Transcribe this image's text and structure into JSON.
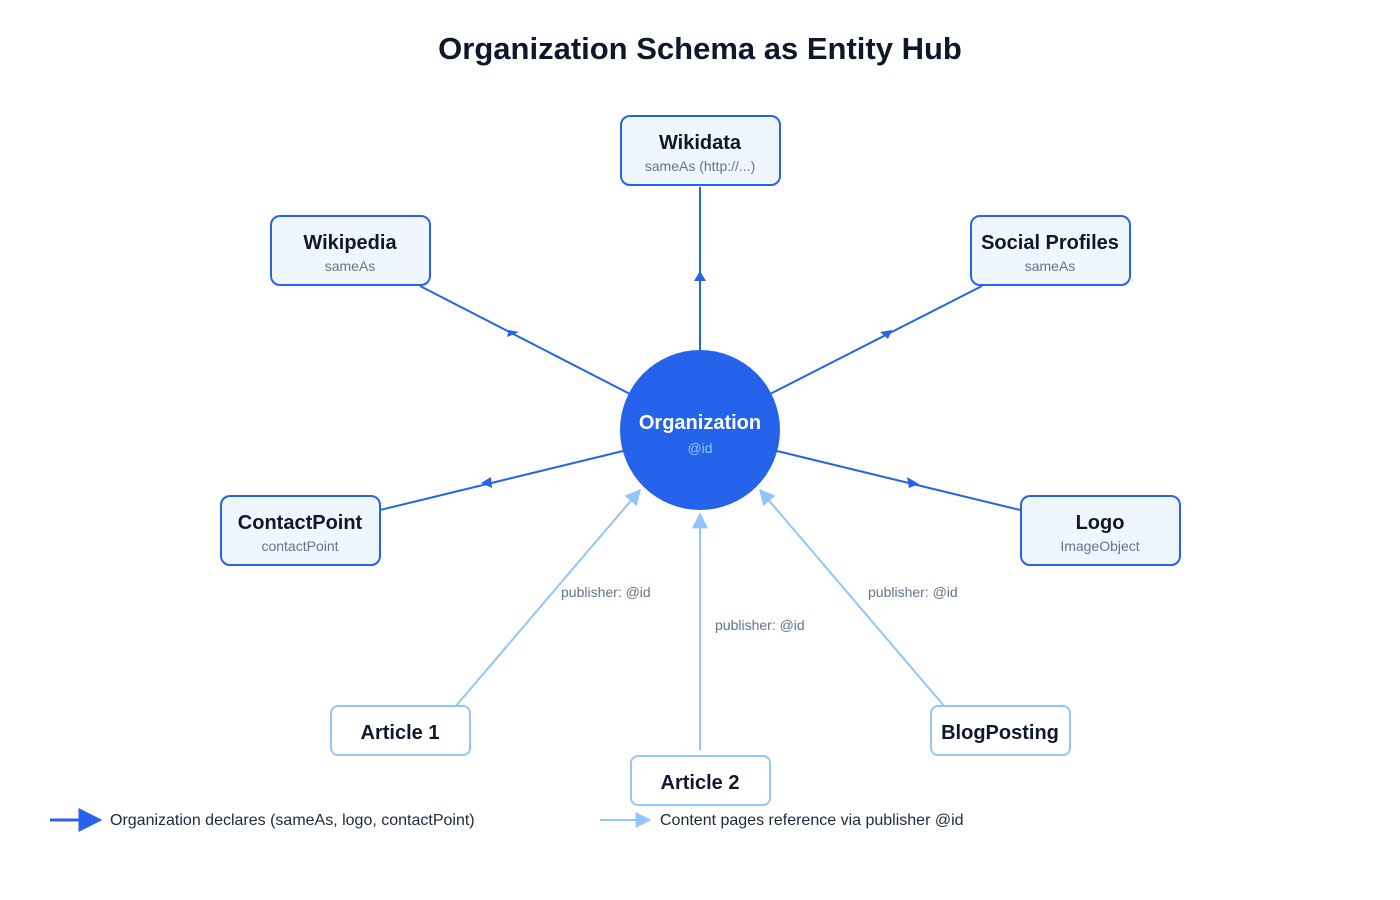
{
  "title": "Organization Schema as Entity Hub",
  "hub": {
    "label": "Organization",
    "sublabel": "@id",
    "color": "#2563eb"
  },
  "nodes": {
    "wikidata": {
      "label": "Wikidata",
      "sublabel": "sameAs (http://...)"
    },
    "wikipedia": {
      "label": "Wikipedia",
      "sublabel": "sameAs"
    },
    "social": {
      "label": "Social Profiles",
      "sublabel": "sameAs"
    },
    "contactpoint": {
      "label": "ContactPoint",
      "sublabel": "contactPoint"
    },
    "logo": {
      "label": "Logo",
      "sublabel": "ImageObject"
    },
    "article1": {
      "label": "Article 1"
    },
    "article2": {
      "label": "Article 2"
    },
    "blogposting": {
      "label": "BlogPosting"
    }
  },
  "edge_labels": {
    "article1": "publisher: @id",
    "article2": "publisher: @id",
    "blogposting": "publisher: @id"
  },
  "legend": {
    "declares": "Organization declares (sameAs, logo, contactPoint)",
    "references": "Content pages reference via publisher @id"
  },
  "colors": {
    "primary": "#2563eb",
    "secondary": "#93c5fd",
    "node_fill": "#eff6ff",
    "text": "#0f172a",
    "muted": "#64748b"
  }
}
